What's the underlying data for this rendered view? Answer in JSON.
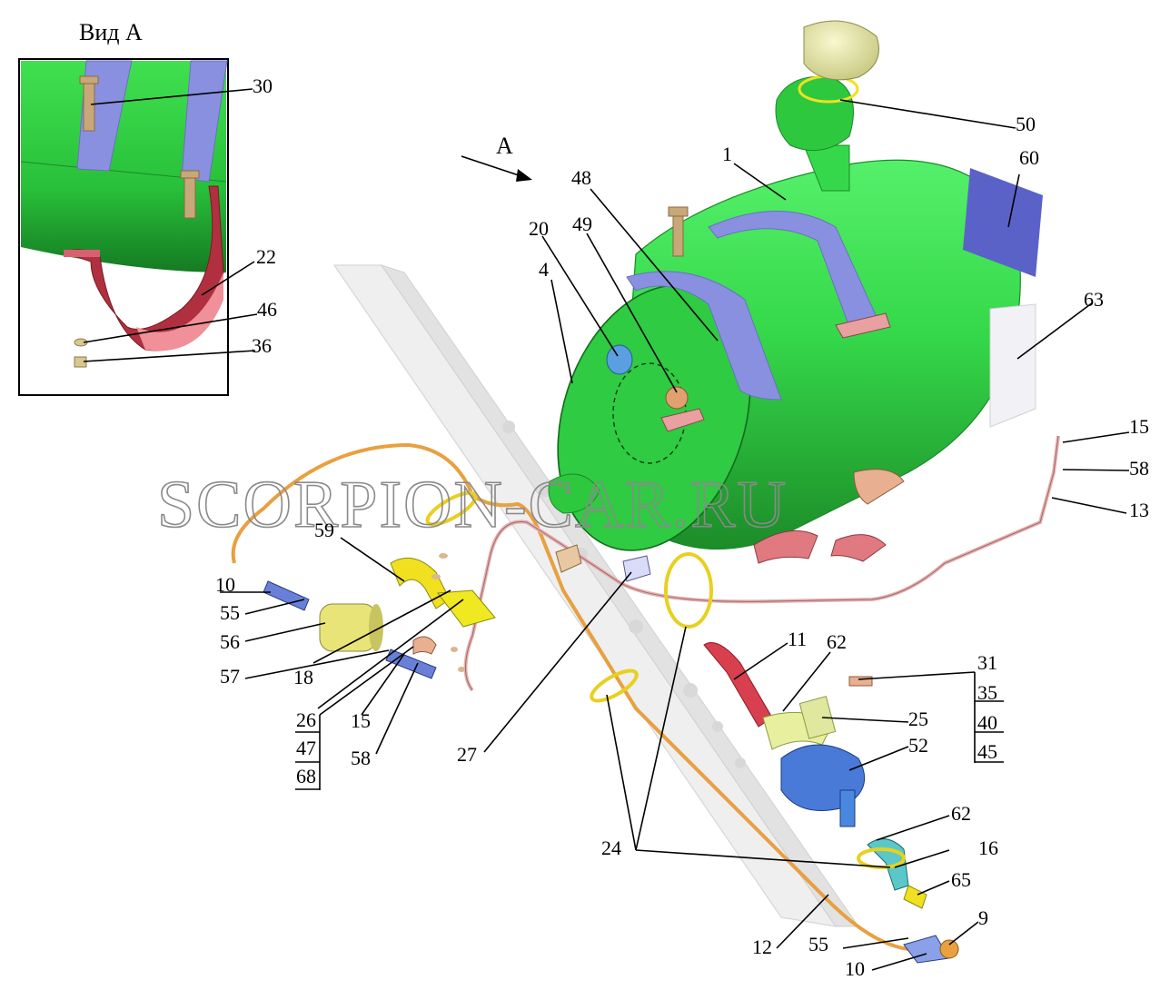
{
  "inset": {
    "title": "Вид А"
  },
  "view_arrow_label": "А",
  "watermark": "SCORPION-CAR.RU",
  "labels": {
    "l30": "30",
    "l22": "22",
    "l46": "46",
    "l36": "36",
    "l50": "50",
    "l1": "1",
    "l60": "60",
    "l48": "48",
    "l20": "20",
    "l49": "49",
    "l4": "4",
    "l63": "63",
    "l15a": "15",
    "l58a": "58",
    "l13": "13",
    "l59": "59",
    "l10a": "10",
    "l55a": "55",
    "l56": "56",
    "l57": "57",
    "l18": "18",
    "l26": "26",
    "l47": "47",
    "l68": "68",
    "l15b": "15",
    "l58b": "58",
    "l27": "27",
    "l11": "11",
    "l62a": "62",
    "l31": "31",
    "l35": "35",
    "l40": "40",
    "l45": "45",
    "l25": "25",
    "l52": "52",
    "l24": "24",
    "l62b": "62",
    "l16": "16",
    "l65": "65",
    "l9": "9",
    "l12": "12",
    "l55b": "55",
    "l10b": "10"
  },
  "colors": {
    "tank": "#35d84a",
    "tank_dark": "#1e9a2e",
    "strap": "#8a90e0",
    "bracket_red": "#e07a80",
    "fuel_line": "#e8a040",
    "return_line": "#e6b0b0",
    "frame": "#ececec",
    "filter_blue": "#4a7ad8",
    "filter_yellow": "#ece888",
    "clamp_yellow": "#f0e020"
  }
}
